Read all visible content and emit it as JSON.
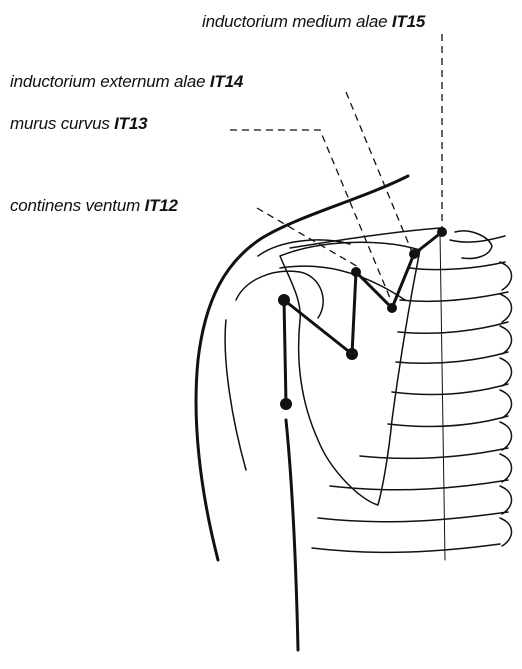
{
  "labels": {
    "it15": {
      "name": "inductorium medium alae",
      "code": "IT15"
    },
    "it14": {
      "name": "inductorium externum alae",
      "code": "IT14"
    },
    "it13": {
      "name": "murus curvus",
      "code": "IT13"
    },
    "it12": {
      "name": "continens ventum",
      "code": "IT12"
    }
  },
  "colors": {
    "ink": "#111111",
    "background": "#ffffff"
  }
}
